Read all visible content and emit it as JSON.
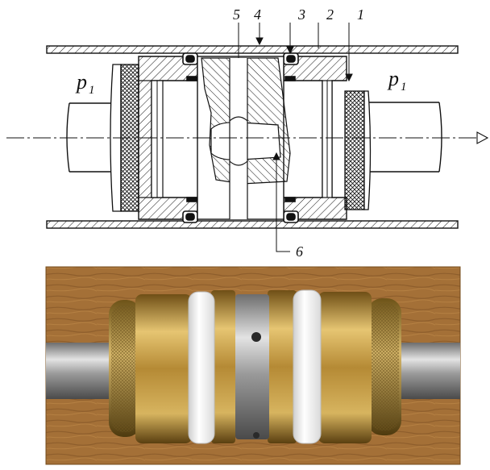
{
  "drawing": {
    "labels": {
      "n1": "1",
      "n2": "2",
      "n3": "3",
      "n4": "4",
      "n5": "5",
      "n6": "6",
      "pressure_left": "p",
      "pressure_left_sub": "1",
      "pressure_right": "p",
      "pressure_right_sub": "1"
    }
  },
  "photo": {
    "colors": {
      "wood": "#b27a3c",
      "brass": "#c9a24a",
      "steel": "#a8a8a8",
      "ring": "#f2f2f2"
    }
  },
  "colors": {
    "ink": "#111111",
    "paper": "#ffffff"
  }
}
